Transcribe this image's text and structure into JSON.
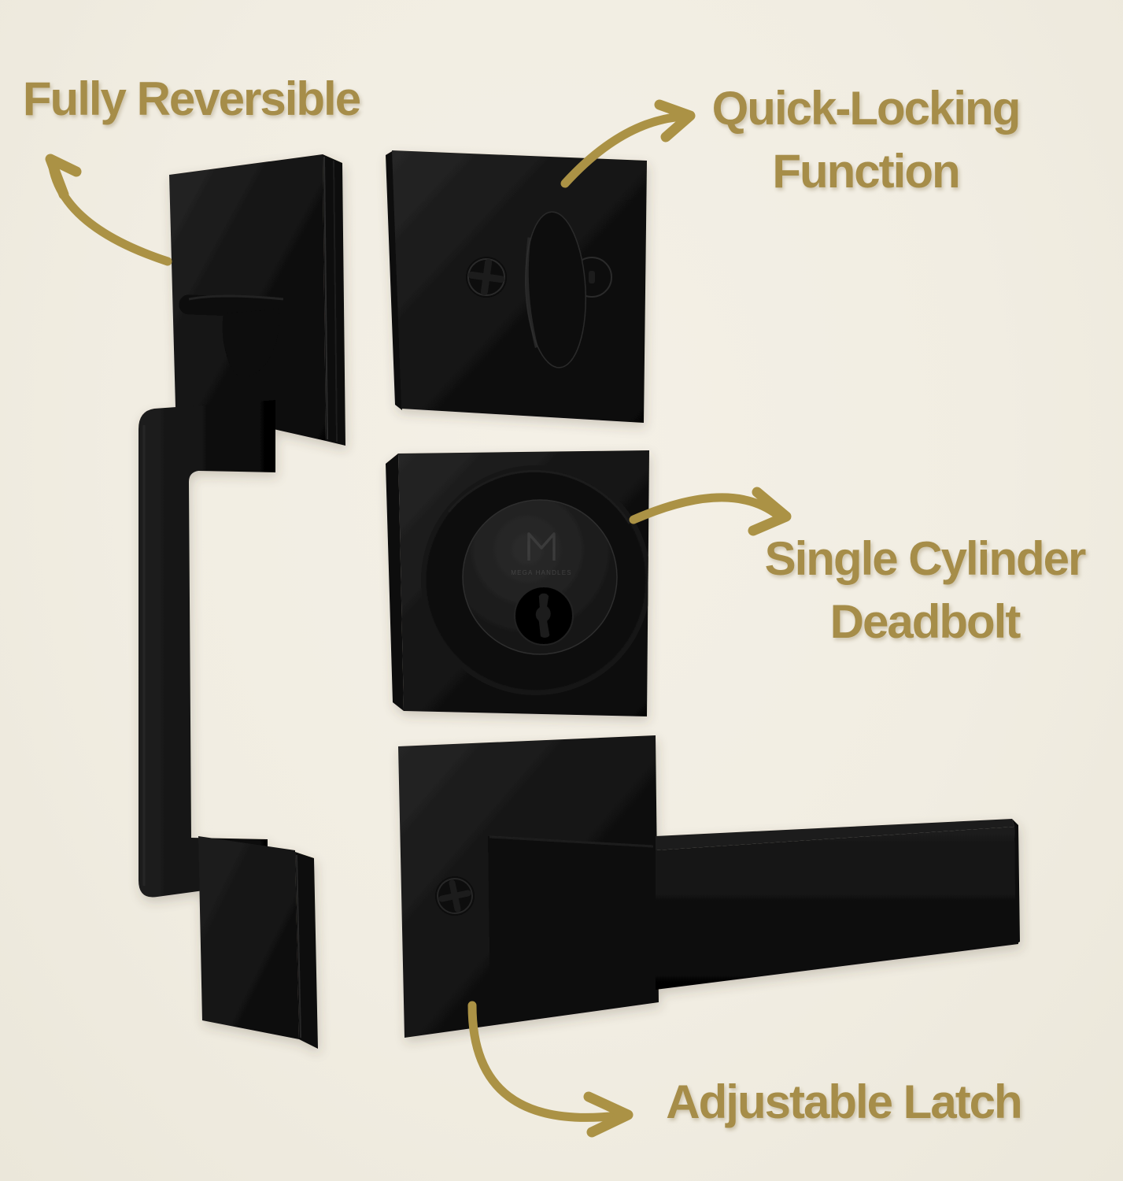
{
  "image": {
    "background": "#f1ede2",
    "text_gold": "#a68d49",
    "arrow_gold": "#ab9245",
    "hardware_black": "#101010"
  },
  "callouts": {
    "fully_reversible": {
      "label": "Fully Reversible",
      "target": "entry-handleset"
    },
    "quick_locking": {
      "label": "Quick-Locking Function",
      "target": "deadbolt-interior-thumbturn"
    },
    "single_cylinder": {
      "label": "Single Cylinder Deadbolt",
      "target": "deadbolt-exterior-cylinder"
    },
    "adjustable_latch": {
      "label": "Adjustable Latch",
      "target": "door-lever-latch"
    }
  },
  "brand_mark": "MEGA HANDLES",
  "products": [
    {
      "name": "entry-handleset-with-thumb-latch"
    },
    {
      "name": "deadbolt-interior-thumbturn-plate"
    },
    {
      "name": "deadbolt-exterior-single-cylinder"
    },
    {
      "name": "square-door-lever-handle"
    }
  ]
}
